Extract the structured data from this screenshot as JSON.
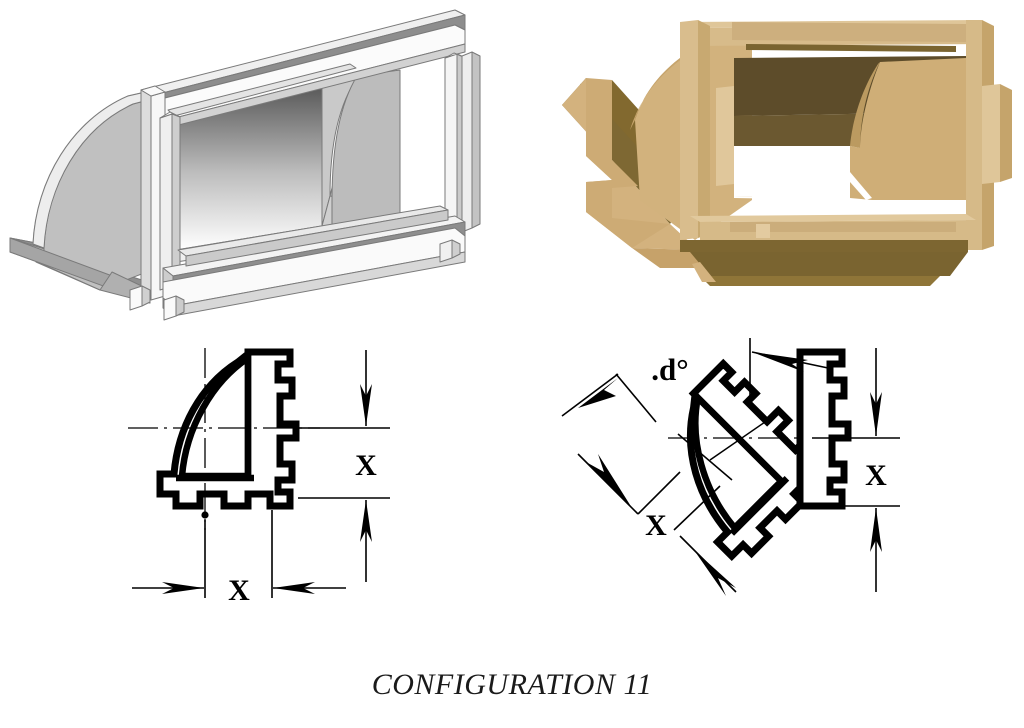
{
  "figure": {
    "caption": "CONFIGURATION 11",
    "title_number": "11"
  },
  "views": {
    "iso_gray": {
      "name": "isometric-view-gray",
      "description": "Isometric cutaway view of duct transition assembly, gray shaded",
      "colors": {
        "face_light": "#f2f2f2",
        "face_mid": "#d9d9d9",
        "face_dark": "#b3b3b3",
        "face_shadow": "#9e9e9e",
        "interior_gradient_dark": "#555555",
        "interior_gradient_light": "#ffffff",
        "outline": "#6e6e6e"
      }
    },
    "iso_tan": {
      "name": "isometric-view-tan",
      "description": "Isometric view of duct transition assembly, tan/wood shaded",
      "colors": {
        "face_light": "#e2cda2",
        "face_mid": "#d2b27d",
        "face_dark": "#a98a4f",
        "face_shadow": "#7a6430",
        "interior_dark": "#584828",
        "interior_mid": "#6b5730"
      }
    }
  },
  "section_front": {
    "name": "cross-section-front",
    "dimensions": {
      "vertical_label": "X",
      "horizontal_label": "X"
    }
  },
  "section_rotated": {
    "name": "cross-section-rotated",
    "dimensions": {
      "angle_label": ".d°",
      "vertical_label": "X",
      "diagonal_label": "X"
    }
  },
  "colors": {
    "line": "#000000",
    "background": "#ffffff",
    "caption": "#1a1a1a"
  }
}
